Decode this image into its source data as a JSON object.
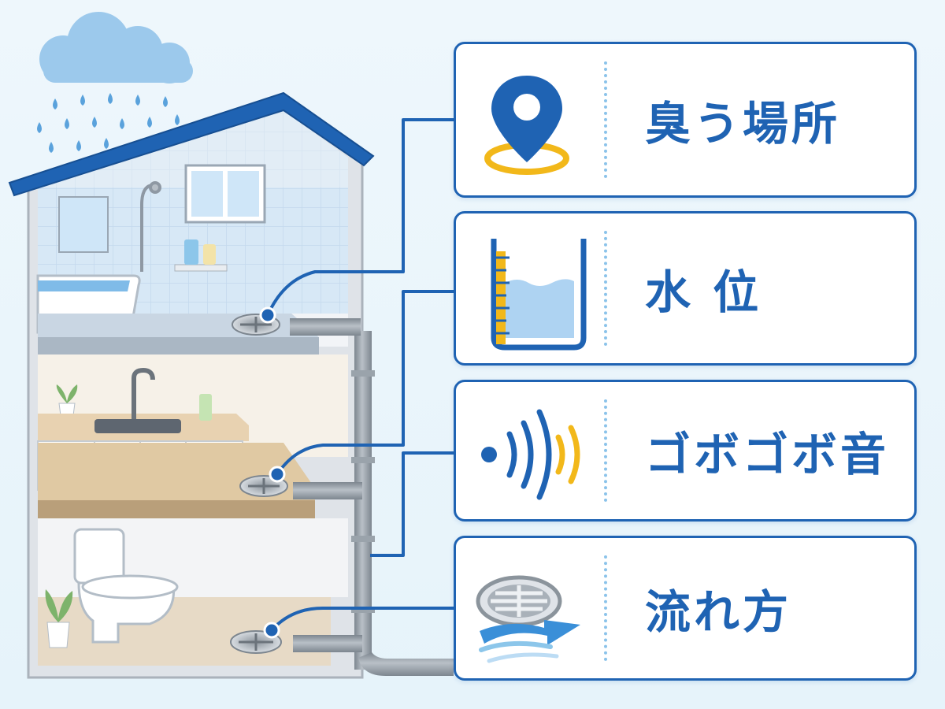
{
  "factors": [
    {
      "id": "location",
      "label": "臭う場所",
      "icon": "map-pin-icon",
      "color": "#1f63b3",
      "accent": "#f2b81a"
    },
    {
      "id": "water",
      "label": "水 位",
      "icon": "measuring-cup-icon",
      "color": "#1f63b3",
      "accent": "#f2b81a"
    },
    {
      "id": "sound",
      "label": "ゴボゴボ音",
      "icon": "sound-waves-icon",
      "color": "#1f63b3",
      "accent": "#f2b81a"
    },
    {
      "id": "flow",
      "label": "流れ方",
      "icon": "drain-flow-icon",
      "color": "#1f63b3",
      "accent": "#3a8fd8"
    }
  ],
  "colors": {
    "primary": "#1f63b3",
    "accent": "#f2b81a",
    "background": "#eaf5fb",
    "roof": "#1f63b3",
    "pipe": "#8f98a1"
  },
  "house": {
    "rooms": [
      "bathroom",
      "washroom",
      "toilet"
    ],
    "weather": "rain-cloud-icon"
  }
}
